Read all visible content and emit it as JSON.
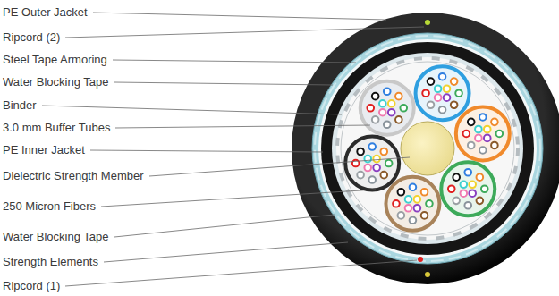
{
  "diagram": {
    "labels": [
      "PE Outer Jacket",
      "Ripcord (2)",
      "Steel Tape Armoring",
      "Water Blocking Tape",
      "Binder",
      "3.0 mm Buffer Tubes",
      "PE Inner Jacket",
      "Dielectric Strength Member",
      "250 Micron Fibers",
      "Water Blocking Tape",
      "Strength Elements",
      "Ripcord (1)"
    ]
  }
}
